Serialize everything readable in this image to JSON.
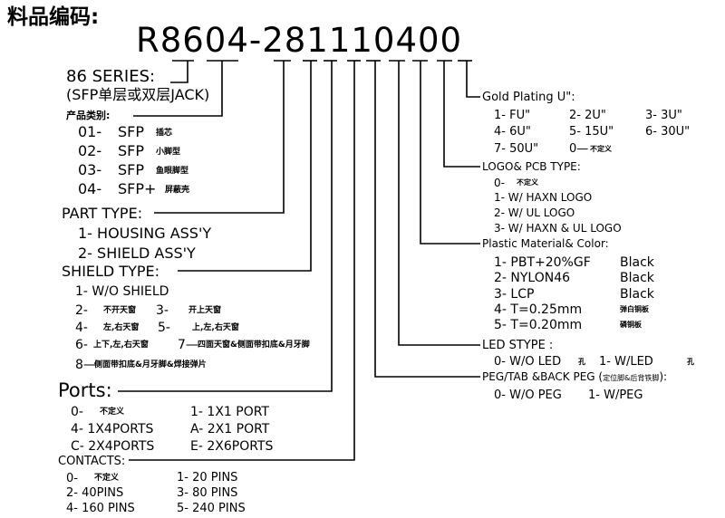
{
  "header_label": "料品编码:",
  "part_number": "R8604-281110400",
  "left": {
    "series": {
      "title": "86 SERIES:",
      "subtitle": "(SFP单层或双层JACK)"
    },
    "product_category": {
      "title": "产品类别:",
      "items": [
        {
          "code": "01-",
          "name": "SFP",
          "note": "插芯"
        },
        {
          "code": "02-",
          "name": "SFP",
          "note": "小脚型"
        },
        {
          "code": "03-",
          "name": "SFP",
          "note": "鱼眼脚型"
        },
        {
          "code": "04-",
          "name": "SFP+",
          "note": "屏蔽壳"
        }
      ]
    },
    "part_type": {
      "title": "PART TYPE:",
      "items": [
        "1- HOUSING ASS'Y",
        "2- SHIELD ASS'Y"
      ]
    },
    "shield_type": {
      "title": "SHIELD TYPE:",
      "items": [
        "1- W/O SHIELD",
        "2-",
        "不开天窗",
        "3-",
        "开上天窗",
        "4-",
        "左,右天窗",
        "5-",
        "上,左,右天窗",
        "6-",
        "上下,左,右天窗",
        "7—",
        "四面天窗&侧面带扣底&月牙脚",
        "8—",
        "侧面带扣底&月牙脚&焊接弹片"
      ]
    },
    "ports": {
      "title": "Ports:",
      "items": [
        "0-",
        "不定义",
        "1- 1X1 PORT",
        "4- 1X4PORTS",
        "A- 2X1 PORT",
        "C- 2X4PORTS",
        "E- 2X6PORTS"
      ]
    },
    "contacts": {
      "title": "CONTACTS:",
      "items": [
        "0-",
        "不定义",
        "1- 20 PINS",
        "2- 40PINS",
        "3- 80 PINS",
        "4- 160 PINS",
        "5- 240 PINS"
      ]
    }
  },
  "right": {
    "plating": {
      "title": "Gold Plating U\":",
      "items": [
        "1- FU\"",
        "2- 2U\"",
        "3- 3U\"",
        "4- 6U\"",
        "5- 15U\"",
        "6- 30U\"",
        "7- 50U\"",
        "0—",
        "不定义"
      ]
    },
    "logo_pcb": {
      "title": "LOGO& PCB TYPE:",
      "items": [
        "0-",
        "不定义",
        "1- W/ HAXN LOGO",
        "2- W/ UL LOGO",
        "3- W/ HAXN & UL LOGO"
      ]
    },
    "plastic": {
      "title": "Plastic Material& Color:",
      "items": [
        {
          "code": "1- PBT+20%GF",
          "color": "Black"
        },
        {
          "code": "2- NYLON46",
          "color": "Black"
        },
        {
          "code": "3- LCP",
          "color": "Black"
        },
        {
          "code": "4- T=0.25mm",
          "note": "弹白铜板"
        },
        {
          "code": "5- T=0.20mm",
          "note": "磷铜板"
        }
      ]
    },
    "led": {
      "title": "LED STYPE :",
      "items": [
        "0- W/O LED",
        "孔",
        "1- W/LED",
        "孔"
      ]
    },
    "peg": {
      "title": "PEG/TAB &BACK PEG (",
      "title_cn": "定位脚&后背铁脚",
      "title_end": "):",
      "items": [
        "0- W/O PEG",
        "1- W/PEG"
      ]
    }
  }
}
